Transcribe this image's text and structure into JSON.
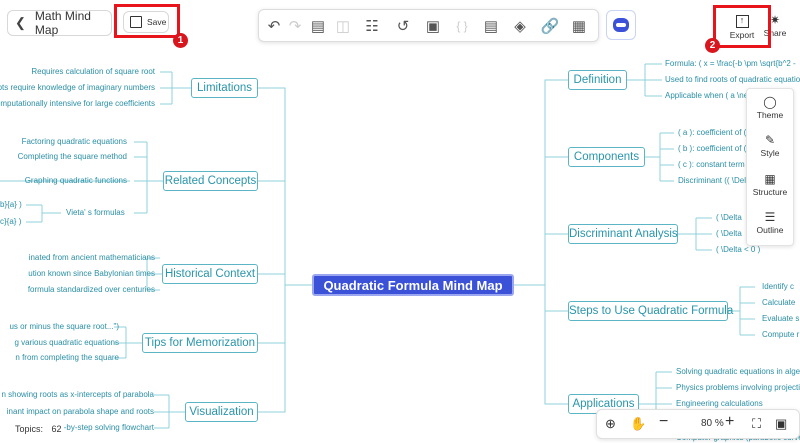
{
  "header": {
    "back_label": "Math Mind Map",
    "save_label": "Save",
    "export_label": "Export",
    "share_label": "Share",
    "ann_1": "1",
    "ann_2": "2"
  },
  "toolbar": {
    "icons": [
      "undo-icon",
      "redo-icon",
      "format-painter-icon",
      "add-topic-icon",
      "subtopic-icon",
      "relationship-icon",
      "boundary-icon",
      "summary-icon",
      "note-icon",
      "tag-icon",
      "link-icon",
      "image-icon"
    ],
    "brackets_glyph": "{ }"
  },
  "center": {
    "title": "Quadratic Formula Mind Map"
  },
  "left_branches": [
    {
      "label": "Limitations",
      "leaves": [
        "Requires calculation of square root",
        "ots require knowledge of imaginary numbers",
        "omputationally intensive for large coefficients"
      ]
    },
    {
      "label": "Related Concepts",
      "leaves": [
        "Factoring quadratic equations",
        "Completing the square method",
        "Graphing quadratic functions",
        "Vieta' s formulas"
      ],
      "subleaves": [
        "b}{a} )",
        "c}{a} )"
      ]
    },
    {
      "label": "Historical Context",
      "leaves": [
        "inated from ancient mathematicians",
        "ution known since Babylonian times",
        "formula standardized over centuries"
      ]
    },
    {
      "label": "Tips for Memorization",
      "leaves": [
        "us or minus the square root...\")",
        "g various quadratic equations",
        "n from completing the square"
      ]
    },
    {
      "label": "Visualization",
      "leaves": [
        "n showing roots as x-intercepts of parabola",
        "inant impact on parabola shape and roots",
        "-by-step solving flowchart"
      ]
    }
  ],
  "right_branches": [
    {
      "label": "Definition",
      "leaves": [
        "Formula: ( x = \\frac{-b \\pm \\sqrt{b^2 -",
        "Used to find roots of quadratic equatio",
        "Applicable when ( a \\ne"
      ]
    },
    {
      "label": "Components",
      "leaves": [
        "( a ): coefficient of (",
        "( b ): coefficient of (",
        "( c ): constant term",
        "Discriminant (( \\Delt"
      ]
    },
    {
      "label": "Discriminant Analysis",
      "leaves": [
        "( \\Delta",
        "( \\Delta",
        "( \\Delta < 0 )"
      ]
    },
    {
      "label": "Steps to Use Quadratic Formula",
      "leaves": [
        "Identify c",
        "Calculate",
        "Evaluate s",
        "Compute r"
      ]
    },
    {
      "label": "Applications",
      "leaves": [
        "Solving quadratic equations in alge",
        "Physics problems involving projecti",
        "Engineering calculations",
        "Computer graphics (parabolic curve"
      ]
    }
  ],
  "side_panel": [
    {
      "icon": "palette-icon",
      "label": "Theme"
    },
    {
      "icon": "pen-icon",
      "label": "Style"
    },
    {
      "icon": "structure-icon",
      "label": "Structure"
    },
    {
      "icon": "outline-icon",
      "label": "Outline"
    }
  ],
  "footer": {
    "topics_label": "Topics:",
    "topics_count": "62"
  },
  "zoom": {
    "value": "80",
    "unit": "%"
  },
  "colors": {
    "accent": "#3a51d8",
    "branch": "#5bb5c5",
    "line": "#7ccad6",
    "annotation": "#e8141b"
  }
}
